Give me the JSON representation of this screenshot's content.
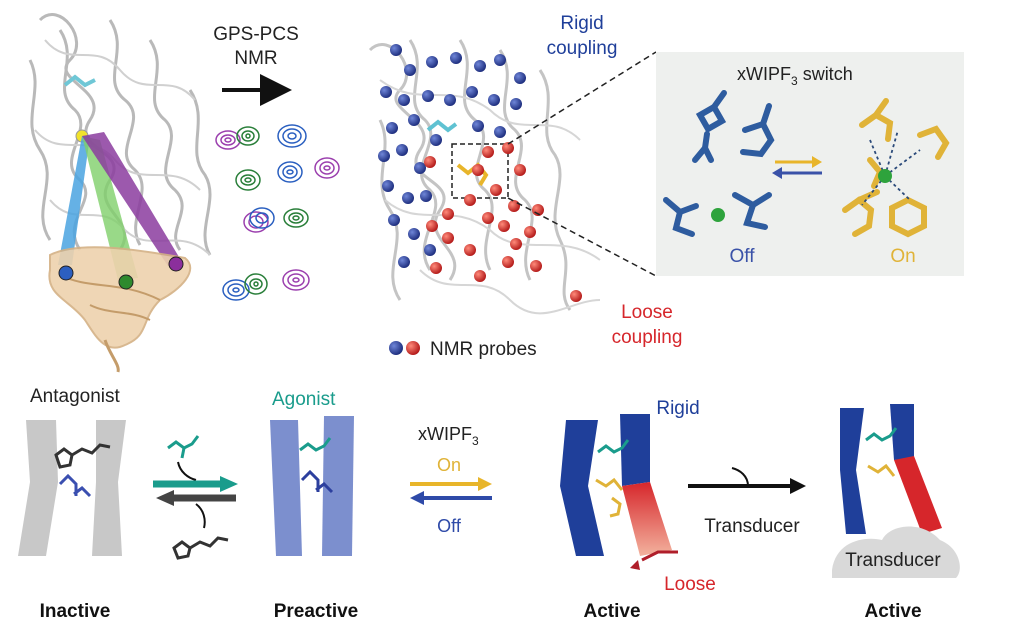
{
  "top": {
    "method_line1": "GPS-PCS",
    "method_line2": "NMR",
    "rigid_line1": "Rigid",
    "rigid_line2": "coupling",
    "loose_line1": "Loose",
    "loose_line2": "coupling",
    "probes_label": "NMR probes",
    "switch_title_main": "xWIPF",
    "switch_title_sub": "3",
    "switch_title_tail": " switch",
    "off_label": "Off",
    "on_label": "On"
  },
  "bottom": {
    "antagonist": "Antagonist",
    "agonist": "Agonist",
    "xwipf_main": "xWIPF",
    "xwipf_sub": "3",
    "on": "On",
    "off": "Off",
    "rigid": "Rigid",
    "loose": "Loose",
    "transducer_arrow": "Transducer",
    "transducer_blob": "Transducer",
    "states": [
      "Inactive",
      "Preactive",
      "Active",
      "Active"
    ]
  },
  "colors": {
    "rigid_blue": "#1f3f9a",
    "loose_red": "#d6262b",
    "agonist_teal": "#1a9c8c",
    "switch_gold": "#e8b52a",
    "off_blue": "#3a52a8",
    "preactive_blue": "#7c8fce",
    "inactive_gray": "#c8c8c8",
    "transducer_tan": "#e7c69b",
    "panel_bg": "#eef0ee"
  }
}
